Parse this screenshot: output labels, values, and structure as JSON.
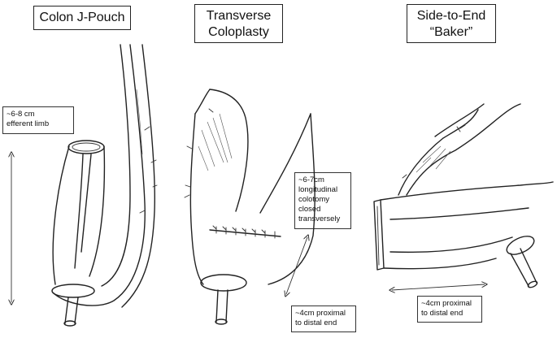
{
  "panels": [
    {
      "id": "jpouch",
      "title": [
        "Colon J-Pouch"
      ],
      "note": [
        "~6-8 cm",
        "efferent limb"
      ]
    },
    {
      "id": "coloplasty",
      "title": [
        "Transverse",
        "Coloplasty"
      ],
      "note": [
        "~6-7cm",
        "longitudinal",
        "colotomy",
        "closed",
        "transversely"
      ],
      "note2": [
        "~4cm proximal",
        "to distal end"
      ]
    },
    {
      "id": "baker",
      "title": [
        "Side-to-End",
        "“Baker”"
      ],
      "note": [
        "~4cm proximal",
        "to distal end"
      ]
    }
  ],
  "colors": {
    "ink": "#222222",
    "background": "#ffffff"
  }
}
